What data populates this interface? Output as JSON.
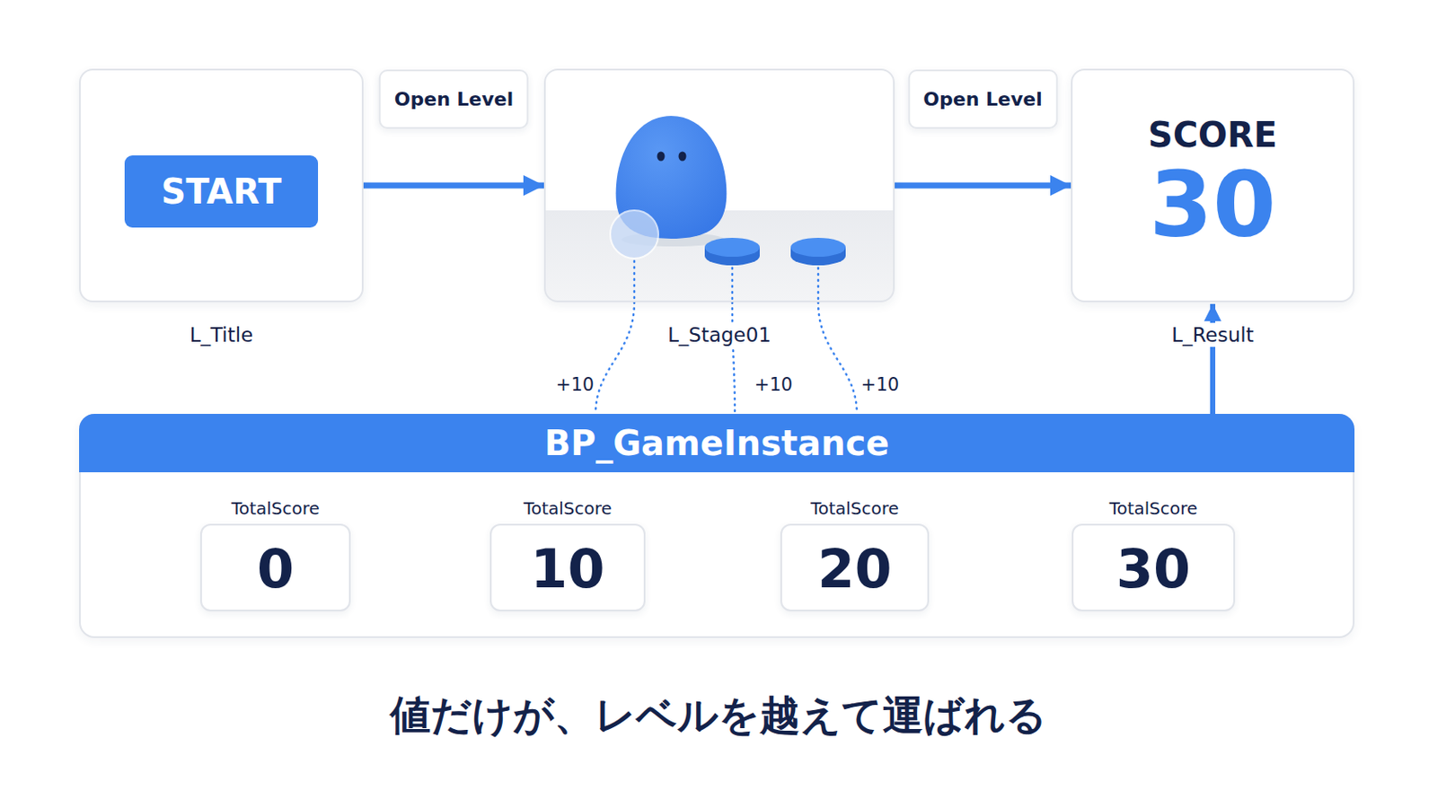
{
  "diagram": {
    "caption": "値だけが、レベルを越えて運ばれる",
    "nodes": [
      {
        "text": [
          "L_Title"
        ]
      },
      {
        "text": [
          "START"
        ],
        "in": 0
      },
      {
        "text": [
          "L_Stage01"
        ]
      },
      {
        "text": [
          "SCORE",
          "30",
          "L_Result"
        ]
      },
      {
        "text": [
          "BP_GameInstance"
        ]
      },
      {
        "text": [
          "TotalScore",
          "0"
        ],
        "in": 4
      },
      {
        "text": [
          "TotalScore",
          "10"
        ],
        "in": 4
      },
      {
        "text": [
          "TotalScore",
          "20"
        ],
        "in": 4
      },
      {
        "text": [
          "TotalScore",
          "30"
        ],
        "in": 4
      }
    ],
    "edges": [
      {
        "from": 0,
        "to": 2,
        "label": "Open Level",
        "arrow": "to"
      },
      {
        "from": 2,
        "to": 3,
        "label": "Open Level",
        "arrow": "to"
      },
      {
        "from": 2,
        "to": 4,
        "label": "+10",
        "arrow": "none"
      },
      {
        "from": 2,
        "to": 4,
        "label": "+10",
        "arrow": "none"
      },
      {
        "from": 2,
        "to": 4,
        "label": "+10",
        "arrow": "none"
      },
      {
        "from": 5,
        "to": 6,
        "arrow": "to"
      },
      {
        "from": 6,
        "to": 7,
        "arrow": "to"
      },
      {
        "from": 7,
        "to": 8,
        "arrow": "to"
      },
      {
        "from": 8,
        "to": 3,
        "arrow": "to"
      }
    ]
  }
}
